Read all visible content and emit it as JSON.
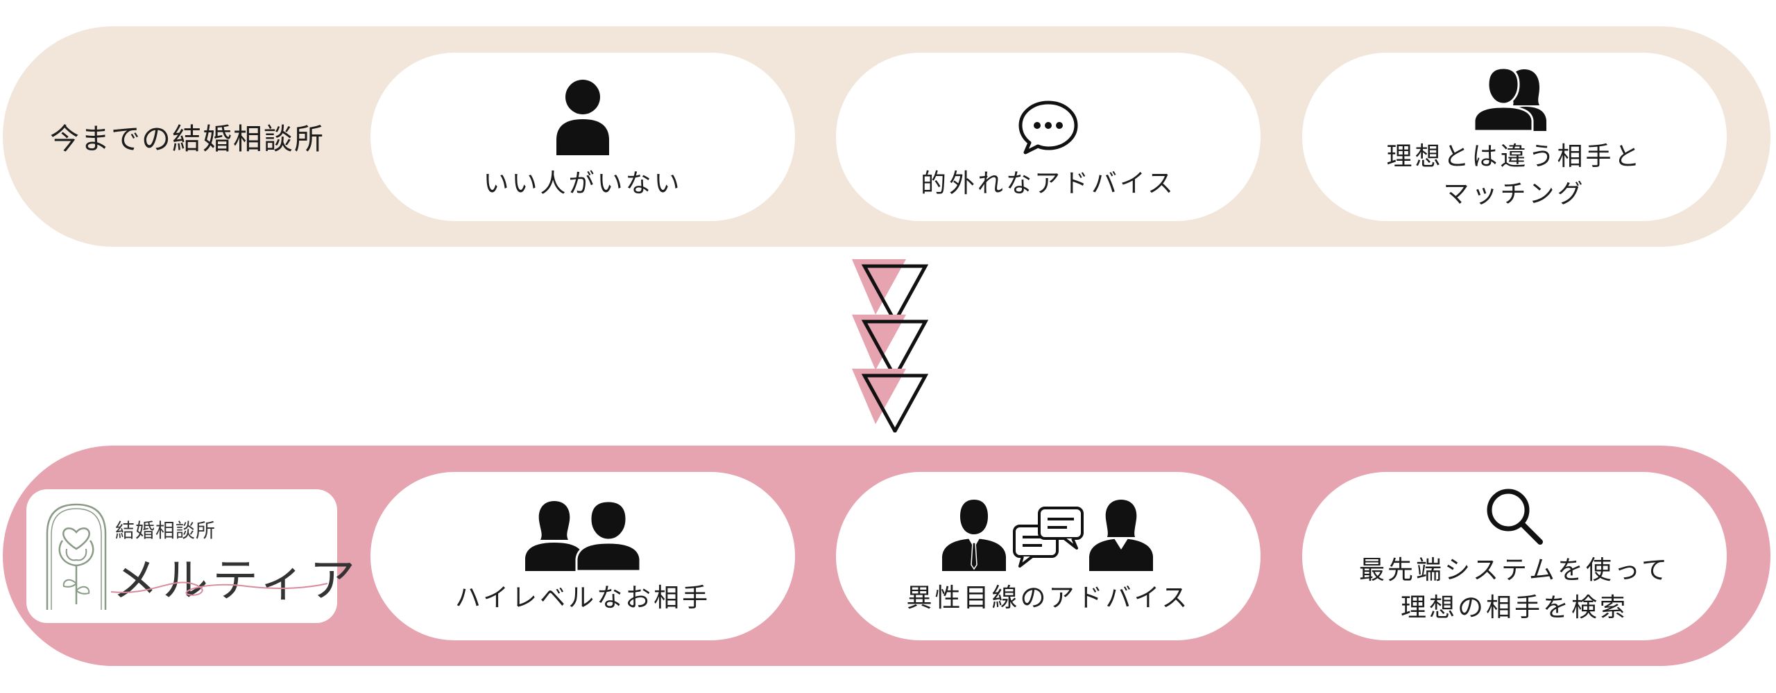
{
  "old_panel": {
    "label": "今までの結婚相談所",
    "items": [
      {
        "icon": "person-icon",
        "lines": [
          "いい人がいない"
        ]
      },
      {
        "icon": "speech-bubble-icon",
        "lines": [
          "的外れなアドバイス"
        ]
      },
      {
        "icon": "couple-icon",
        "lines": [
          "理想とは違う相手と",
          "マッチング"
        ]
      }
    ]
  },
  "new_panel": {
    "logo": {
      "subtitle": "結婚相談所",
      "name": "メルティア"
    },
    "items": [
      {
        "icon": "two-people-icon",
        "lines": [
          "ハイレベルなお相手"
        ]
      },
      {
        "icon": "consultation-icon",
        "lines": [
          "異性目線のアドバイス"
        ]
      },
      {
        "icon": "magnifier-icon",
        "lines": [
          "最先端システムを使って",
          "理想の相手を検索"
        ]
      }
    ]
  },
  "colors": {
    "old_panel_bg": "#f1e6d9",
    "new_panel_bg": "#e6a3b0",
    "arrow_pink": "#e6a3b0",
    "logo_green": "#8a9a86"
  }
}
